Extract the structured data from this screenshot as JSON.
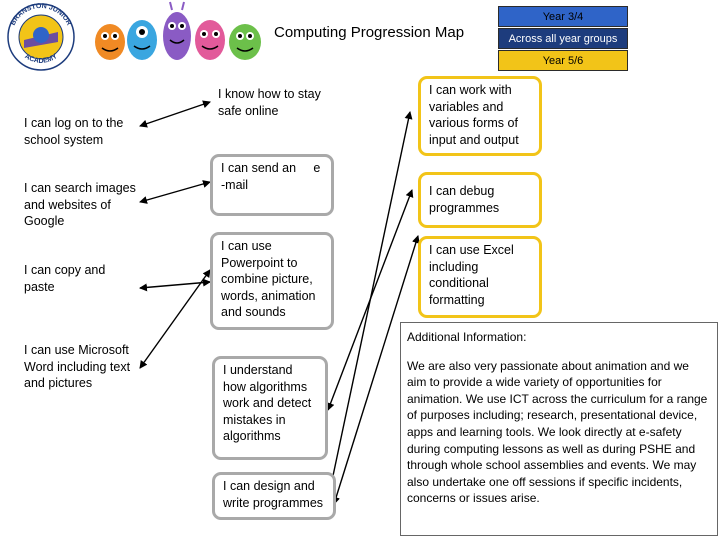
{
  "header": {
    "title": "Computing Progression Map",
    "logo_text_top": "BRANSTON JUNIOR",
    "logo_text_bottom": "ACADEMY"
  },
  "legend": {
    "year34": "Year 3/4",
    "all_groups": "Across all year groups",
    "year56": "Year 5/6"
  },
  "colors": {
    "year34": "#2f64c8",
    "all_groups": "#1d3c7d",
    "year56": "#f2c418",
    "grey_border": "#a9a9a9"
  },
  "skills": {
    "log_on": "I can log on to the school system",
    "search": "I can search images and websites of Google",
    "copy_paste": "I can copy and paste",
    "word": "I can use Microsoft Word including text and pictures",
    "safe_online": "I know how to stay safe online",
    "email": "I can send an     e -mail",
    "powerpoint": "I can use Powerpoint to combine picture, words, animation and sounds",
    "algorithms": "I understand how algorithms work and detect mistakes in algorithms",
    "design": "I can design and write programmes",
    "variables": "I can work with variables and various forms of input and output",
    "debug": "I can debug programmes",
    "excel": "I can use Excel including conditional formatting"
  },
  "info": {
    "heading": "Additional Information:",
    "body": "We are also very passionate about animation and we aim to provide a wide variety of opportunities for animation. We use ICT across the curriculum for a range of purposes including; research, presentational device, apps and learning tools. We look directly at e-safety during computing lessons as well as during PSHE and through whole school assemblies and events. We may also undertake one off sessions if specific incidents, concerns or issues arise."
  }
}
